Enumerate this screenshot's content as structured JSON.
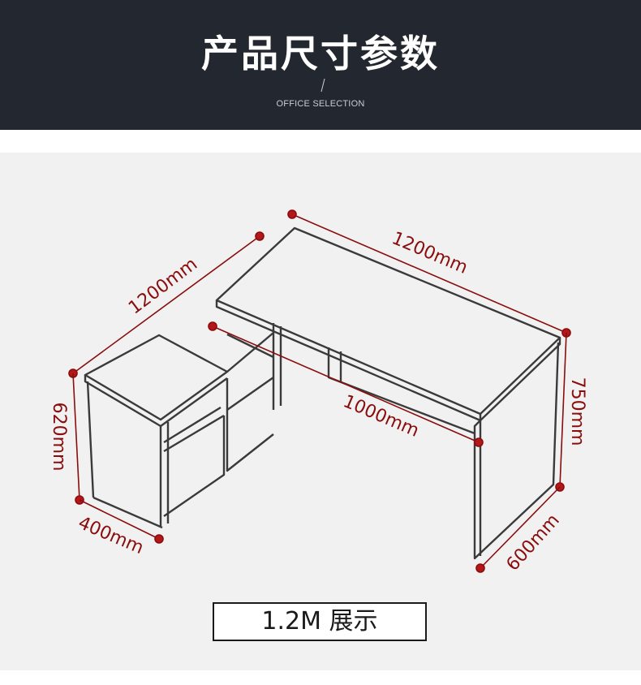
{
  "header": {
    "title": "产品尺寸参数",
    "slash": "/",
    "subtitle": "OFFICE SELECTION"
  },
  "dimensions": {
    "left_depth": "1200mm",
    "top_width": "1200mm",
    "desk_length": "1000mm",
    "cabinet_height": "620mm",
    "desk_height": "750mm",
    "cabinet_depth": "400mm",
    "desk_depth": "600mm"
  },
  "caption": "1.2M 展示",
  "colors": {
    "header_bg": "#23272f",
    "panel_bg": "#f1f1f1",
    "dimension_red": "#8a0d0d",
    "line_dark": "#3a3a3a"
  }
}
